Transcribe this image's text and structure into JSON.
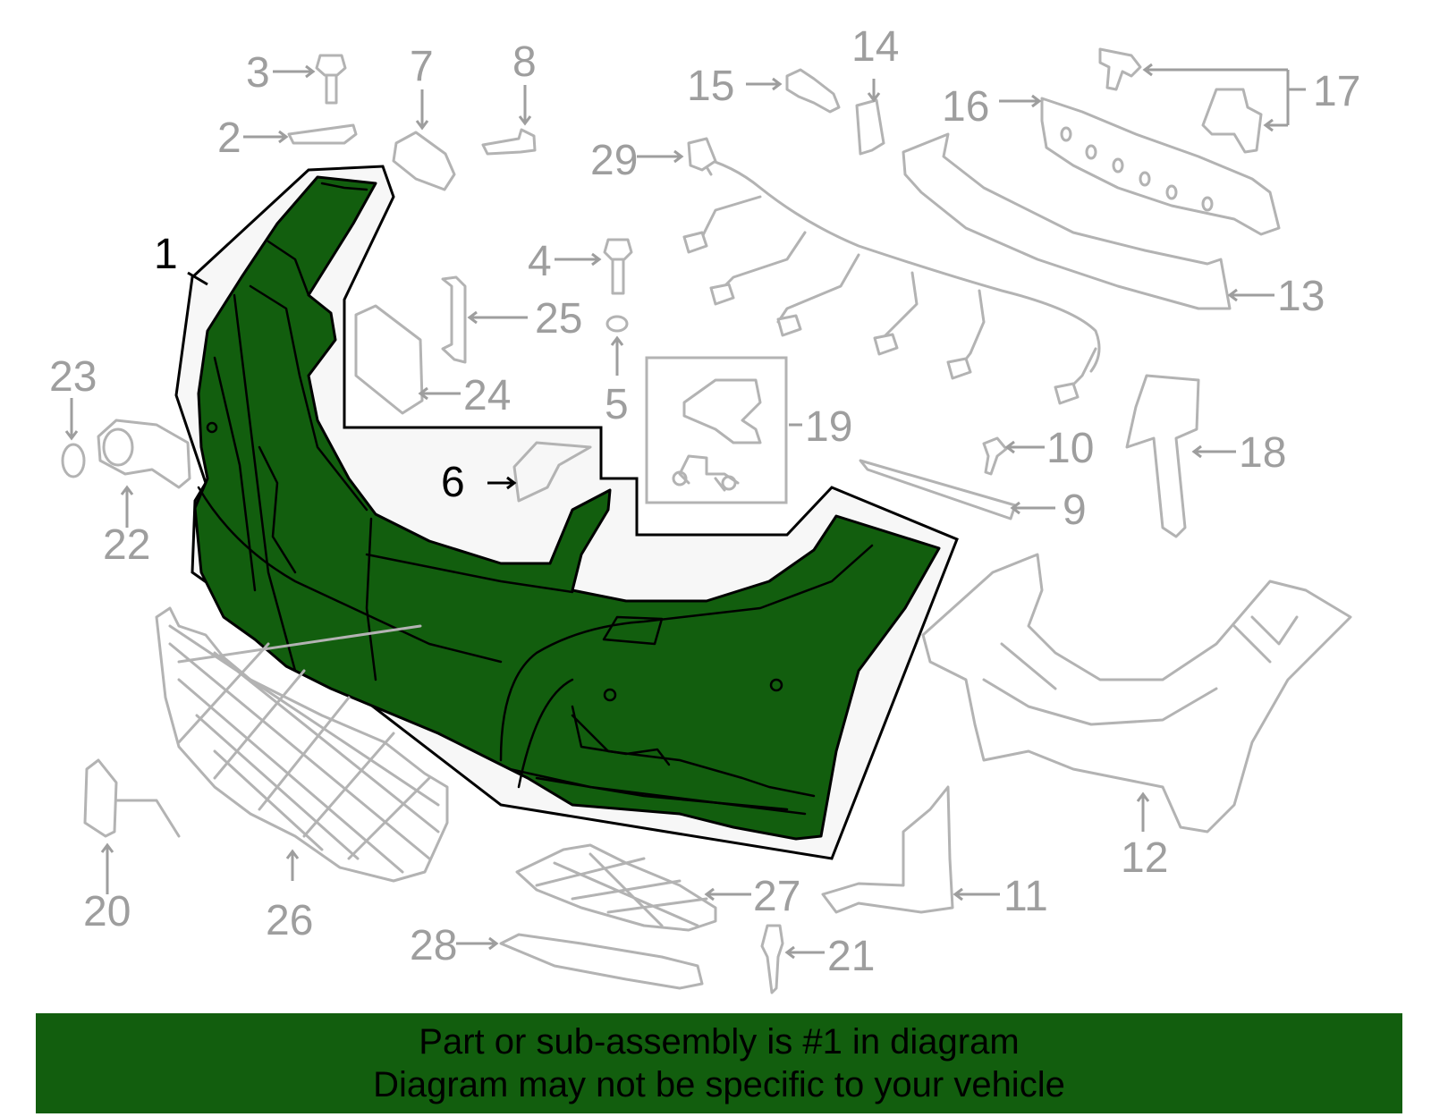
{
  "diagram": {
    "highlighted_part": "1",
    "highlight_color": "#125e0e",
    "ghost_color": "#b3b3b3",
    "callouts": [
      {
        "id": "c1",
        "label": "1"
      },
      {
        "id": "c2",
        "label": "2"
      },
      {
        "id": "c3",
        "label": "3"
      },
      {
        "id": "c4",
        "label": "4"
      },
      {
        "id": "c5",
        "label": "5"
      },
      {
        "id": "c6",
        "label": "6"
      },
      {
        "id": "c7",
        "label": "7"
      },
      {
        "id": "c8",
        "label": "8"
      },
      {
        "id": "c9",
        "label": "9"
      },
      {
        "id": "c10",
        "label": "10"
      },
      {
        "id": "c11",
        "label": "11"
      },
      {
        "id": "c12",
        "label": "12"
      },
      {
        "id": "c13",
        "label": "13"
      },
      {
        "id": "c14",
        "label": "14"
      },
      {
        "id": "c15",
        "label": "15"
      },
      {
        "id": "c16",
        "label": "16"
      },
      {
        "id": "c17",
        "label": "17"
      },
      {
        "id": "c18",
        "label": "18"
      },
      {
        "id": "c19",
        "label": "19"
      },
      {
        "id": "c20",
        "label": "20"
      },
      {
        "id": "c21",
        "label": "21"
      },
      {
        "id": "c22",
        "label": "22"
      },
      {
        "id": "c23",
        "label": "23"
      },
      {
        "id": "c24",
        "label": "24"
      },
      {
        "id": "c25",
        "label": "25"
      },
      {
        "id": "c26",
        "label": "26"
      },
      {
        "id": "c27",
        "label": "27"
      },
      {
        "id": "c28",
        "label": "28"
      },
      {
        "id": "c29",
        "label": "29"
      }
    ]
  },
  "banner": {
    "line1": "Part or sub-assembly is #1 in diagram",
    "line2": "Diagram may not be specific to your vehicle"
  }
}
